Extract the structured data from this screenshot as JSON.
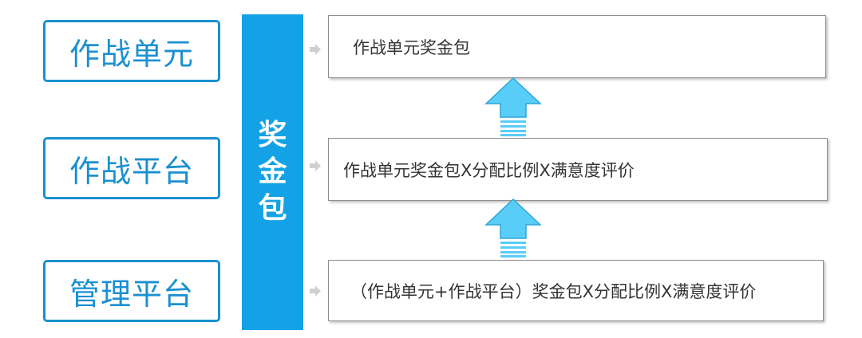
{
  "left_boxes": [
    {
      "label": "作战单元"
    },
    {
      "label": "作战平台"
    },
    {
      "label": "管理平台"
    }
  ],
  "center_bar": {
    "label": "奖金包"
  },
  "right_boxes": [
    {
      "label": "作战单元奖金包"
    },
    {
      "label": "作战单元奖金包X分配比例X满意度评价"
    },
    {
      "label": "（作战单元+作战平台）奖金包X分配比例X满意度评价"
    }
  ],
  "colors": {
    "accent": "#1a90d0",
    "bar": "#13a2e5",
    "up_arrow": "#58cdf7",
    "small_arrow": "#d0d0d0"
  },
  "icons": {
    "row_arrow": "small-right-arrow-icon",
    "flow_arrow": "up-arrow-icon"
  }
}
